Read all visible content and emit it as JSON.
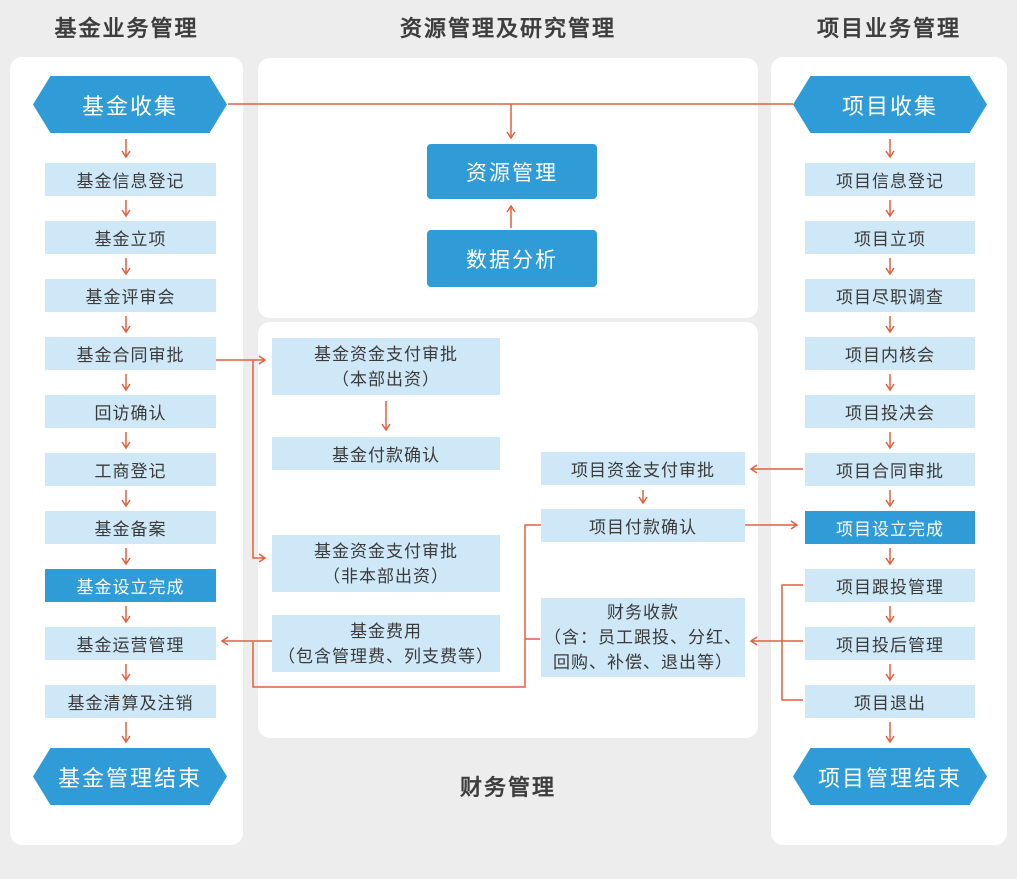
{
  "headers": {
    "left": "基金业务管理",
    "middle_top": "资源管理及研究管理",
    "right": "项目业务管理",
    "bottom": "财务管理"
  },
  "left_flow": {
    "start": "基金收集",
    "steps": [
      "基金信息登记",
      "基金立项",
      "基金评审会",
      "基金合同审批",
      "回访确认",
      "工商登记",
      "基金备案",
      "基金设立完成",
      "基金运营管理",
      "基金清算及注销"
    ],
    "highlight_step": "基金设立完成",
    "end": "基金管理结束"
  },
  "right_flow": {
    "start": "项目收集",
    "steps": [
      "项目信息登记",
      "项目立项",
      "项目尽职调查",
      "项目内核会",
      "项目投决会",
      "项目合同审批",
      "项目设立完成",
      "项目跟投管理",
      "项目投后管理",
      "项目退出"
    ],
    "highlight_step": "项目设立完成",
    "end": "项目管理结束"
  },
  "resource_panel": {
    "resource_mgmt": "资源管理",
    "data_analysis": "数据分析"
  },
  "finance_panel": {
    "fund_pay_hq": {
      "lines": [
        "基金资金支付审批",
        "（本部出资）"
      ]
    },
    "fund_pay_confirm": "基金付款确认",
    "fund_pay_nonhq": {
      "lines": [
        "基金资金支付审批",
        "（非本部出资）"
      ]
    },
    "fund_fee": {
      "lines": [
        "基金费用",
        "（包含管理费、列支费等）"
      ]
    },
    "proj_pay_approve": "项目资金支付审批",
    "proj_pay_confirm": "项目付款确认",
    "finance_receive": {
      "lines": [
        "财务收款",
        "（含：员工跟投、分红、",
        "回购、补偿、退出等）"
      ]
    }
  },
  "edges": [
    {
      "from": "基金收集",
      "to": "项目收集"
    },
    {
      "from": "基金收集-项目收集连线",
      "to": "资源管理"
    },
    {
      "from": "数据分析",
      "to": "资源管理"
    },
    {
      "from": "基金收集",
      "to": "基金信息登记"
    },
    {
      "from": "基金信息登记",
      "to": "基金立项"
    },
    {
      "from": "基金立项",
      "to": "基金评审会"
    },
    {
      "from": "基金评审会",
      "to": "基金合同审批"
    },
    {
      "from": "基金合同审批",
      "to": "回访确认"
    },
    {
      "from": "回访确认",
      "to": "工商登记"
    },
    {
      "from": "工商登记",
      "to": "基金备案"
    },
    {
      "from": "基金备案",
      "to": "基金设立完成"
    },
    {
      "from": "基金设立完成",
      "to": "基金运营管理"
    },
    {
      "from": "基金运营管理",
      "to": "基金清算及注销"
    },
    {
      "from": "基金清算及注销",
      "to": "基金管理结束"
    },
    {
      "from": "基金合同审批",
      "to": "基金资金支付审批（本部出资）"
    },
    {
      "from": "基金合同审批",
      "to": "基金资金支付审批（非本部出资）"
    },
    {
      "from": "基金资金支付审批（本部出资）",
      "to": "基金付款确认"
    },
    {
      "from": "项目合同审批",
      "to": "项目资金支付审批"
    },
    {
      "from": "项目资金支付审批",
      "to": "项目付款确认"
    },
    {
      "from": "项目付款确认",
      "to": "项目设立完成"
    },
    {
      "from": "项目付款确认",
      "to": "基金运营管理"
    },
    {
      "from": "财务收款",
      "to": "基金运营管理"
    },
    {
      "from": "基金费用",
      "to": "基金运营管理"
    },
    {
      "from": "项目跟投管理",
      "to": "财务收款"
    },
    {
      "from": "项目投后管理",
      "to": "财务收款"
    },
    {
      "from": "项目退出",
      "to": "财务收款"
    },
    {
      "from": "项目收集",
      "to": "项目信息登记"
    },
    {
      "from": "项目信息登记",
      "to": "项目立项"
    },
    {
      "from": "项目立项",
      "to": "项目尽职调查"
    },
    {
      "from": "项目尽职调查",
      "to": "项目内核会"
    },
    {
      "from": "项目内核会",
      "to": "项目投决会"
    },
    {
      "from": "项目投决会",
      "to": "项目合同审批"
    },
    {
      "from": "项目合同审批",
      "to": "项目设立完成"
    },
    {
      "from": "项目设立完成",
      "to": "项目跟投管理"
    },
    {
      "from": "项目跟投管理",
      "to": "项目投后管理"
    },
    {
      "from": "项目投后管理",
      "to": "项目退出"
    },
    {
      "from": "项目退出",
      "to": "项目管理结束"
    }
  ],
  "colors": {
    "background": "#ededed",
    "panel": "#ffffff",
    "node_solid": "#2f9cd8",
    "node_light": "#cfe8f7",
    "arrow": "#e2603f",
    "text_dark": "#3a3a3a",
    "text_light": "#ffffff"
  }
}
